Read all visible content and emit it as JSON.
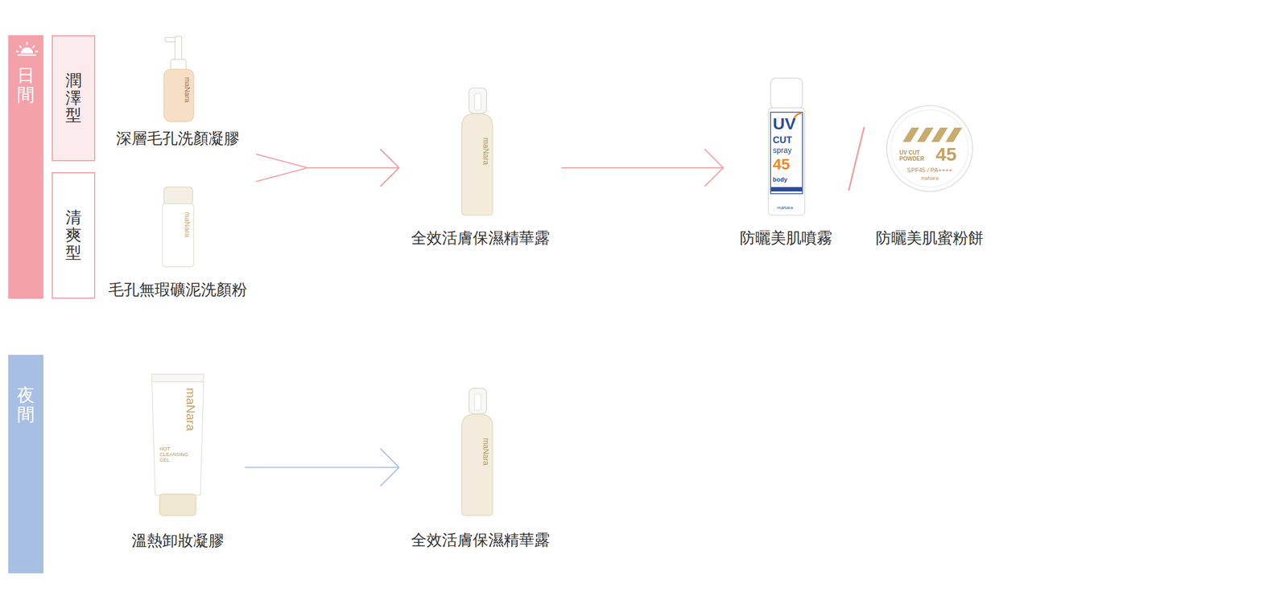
{
  "diagram": {
    "nodes": [
      {
        "text": [
          "日間"
        ]
      },
      {
        "text": [
          "潤澤型"
        ]
      },
      {
        "text": [
          "深層毛孔洗顏凝膠"
        ]
      },
      {
        "text": [
          "清爽型"
        ]
      },
      {
        "text": [
          "毛孔無瑕礦泥洗顏粉"
        ]
      },
      {
        "text": [
          "全效活膚保濕精華露"
        ]
      },
      {
        "text": [
          "防曬美肌噴霧"
        ]
      },
      {
        "text": [
          "防曬美肌蜜粉餅"
        ]
      },
      {
        "text": [
          "夜間"
        ]
      },
      {
        "text": [
          "溫熱卸妝凝膠"
        ]
      },
      {
        "text": [
          "全效活膚保濕精華露"
        ]
      }
    ],
    "edges": [
      {
        "from": 2,
        "to": 5,
        "arrow": "to"
      },
      {
        "from": 4,
        "to": 5,
        "arrow": "to"
      },
      {
        "from": 5,
        "to": 6,
        "arrow": "to"
      },
      {
        "from": 9,
        "to": 10,
        "arrow": "to"
      }
    ],
    "labels": [
      "maNara",
      "maNara",
      "maNara",
      "UV",
      "CUT",
      "spray",
      "45",
      "body",
      "maNara",
      "UV CUT POWDER",
      "45",
      "SPF45 / PA++++",
      "maNara",
      "maNara",
      "HOT CLEANSING GEL",
      "maNara"
    ]
  }
}
